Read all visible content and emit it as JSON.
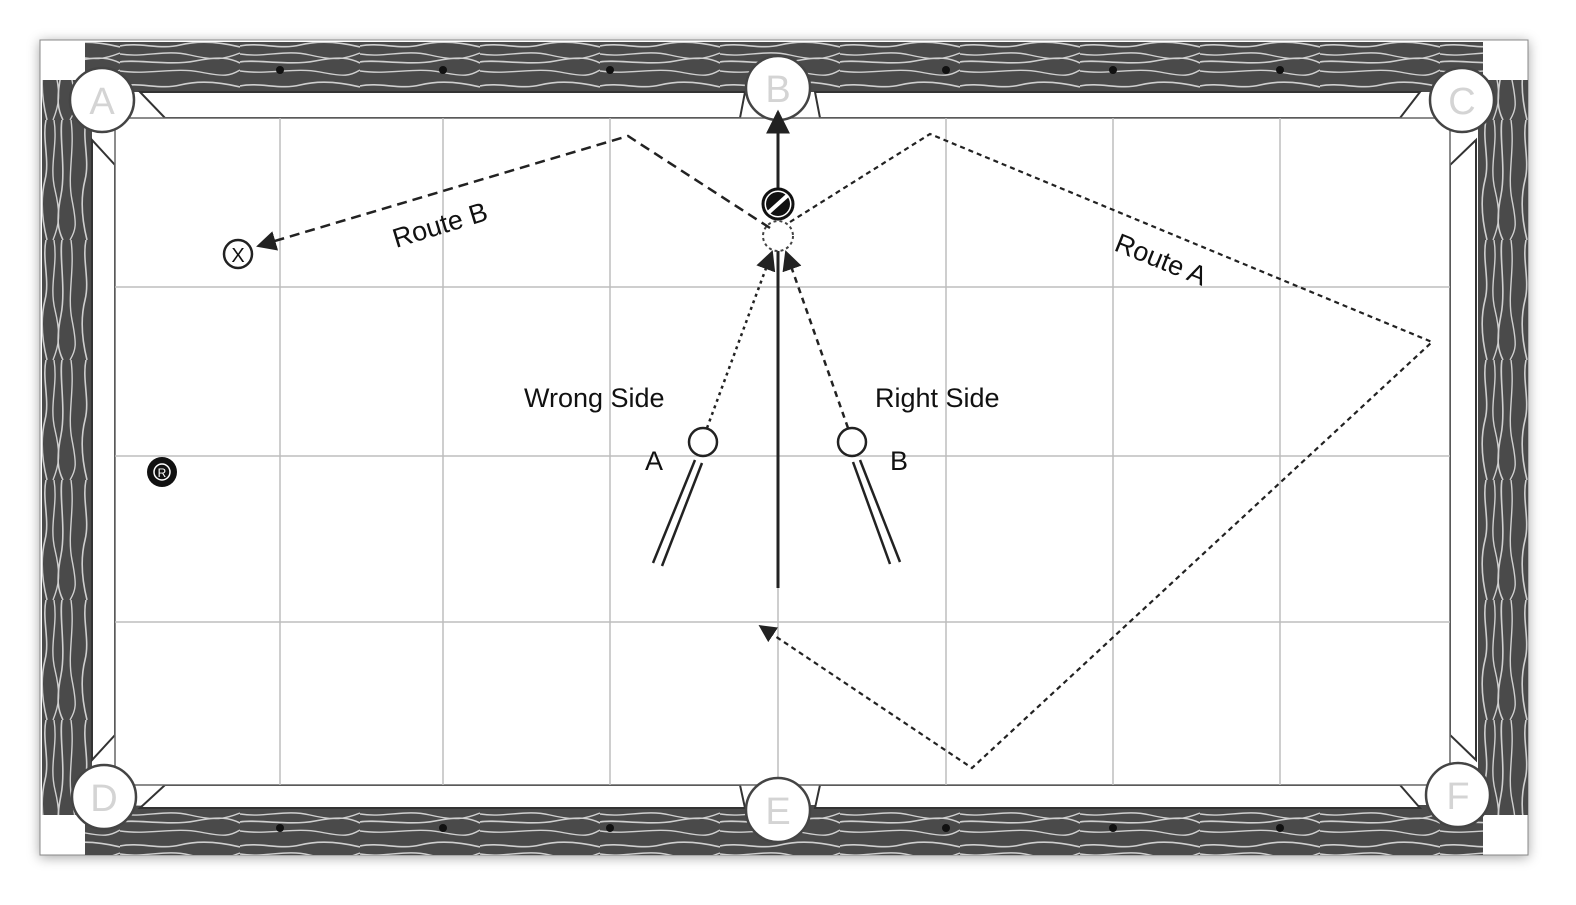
{
  "pockets": [
    {
      "id": "A",
      "label": "A"
    },
    {
      "id": "B",
      "label": "B"
    },
    {
      "id": "C",
      "label": "C"
    },
    {
      "id": "D",
      "label": "D"
    },
    {
      "id": "E",
      "label": "E"
    },
    {
      "id": "F",
      "label": "F"
    }
  ],
  "labels": {
    "route_b": "Route B",
    "route_a": "Route A",
    "wrong_side": "Wrong Side",
    "right_side": "Right Side",
    "cue_a": "A",
    "cue_b": "B"
  },
  "balls": {
    "target_marker": "X",
    "ghost_ball_marker": "R"
  },
  "colors": {
    "rail": "#5a5a5a",
    "felt": "#ffffff",
    "grid": "#bdbdbd",
    "line": "#222222",
    "pocket_label": "#d4d4d4"
  }
}
